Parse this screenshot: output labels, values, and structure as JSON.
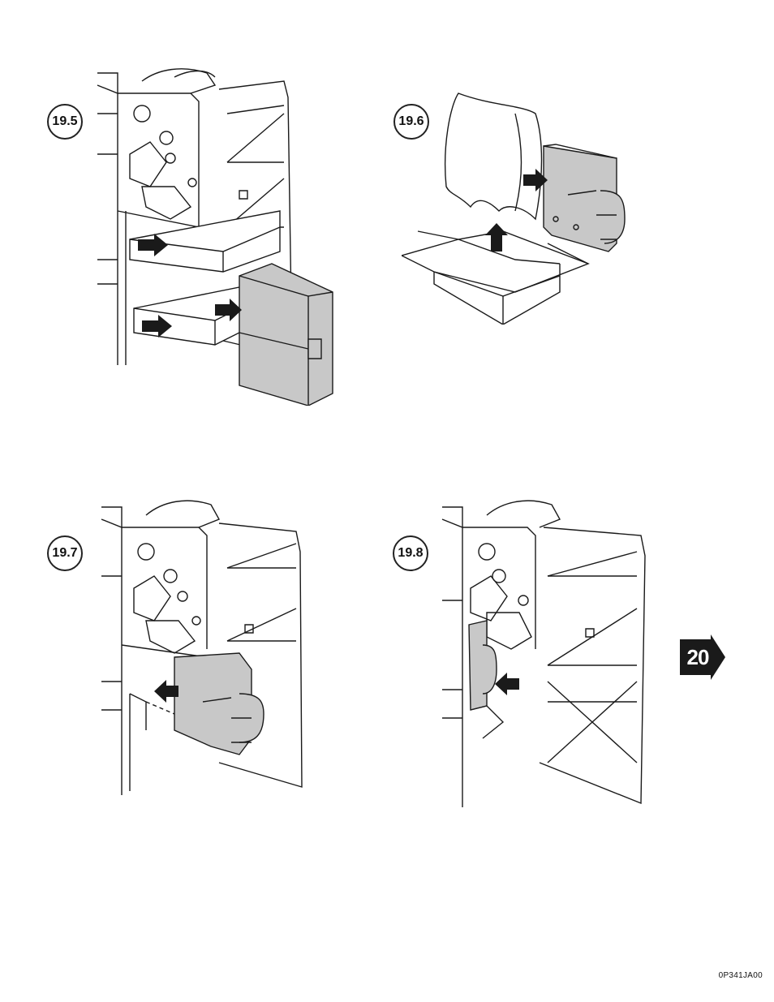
{
  "steps": [
    {
      "label": "19.5",
      "action": "remove-packing-and-carton-from-finisher"
    },
    {
      "label": "19.6",
      "action": "remove-stapler-unit-from-box-and-bag"
    },
    {
      "label": "19.7",
      "action": "insert-stapler-unit"
    },
    {
      "label": "19.8",
      "action": "stapler-unit-installed"
    }
  ],
  "next_step": {
    "label": "20",
    "icon": "arrow-right-icon"
  },
  "document_code": "0P341JA00",
  "colors": {
    "line": "#1a1a1a",
    "shaded_part": "#c8c8c8",
    "arrow": "#1a1a1a",
    "background": "#ffffff"
  }
}
